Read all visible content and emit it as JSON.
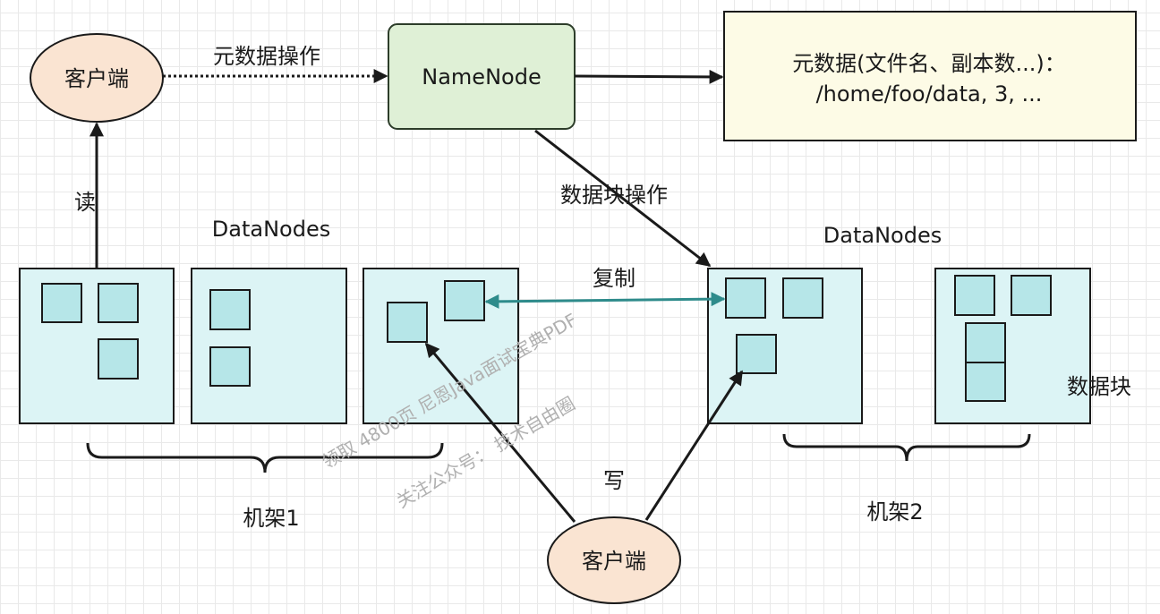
{
  "clients": {
    "top": "客户端",
    "bottom": "客户端"
  },
  "namenode": {
    "label": "NameNode"
  },
  "metadata": {
    "line1": "元数据(文件名、副本数...)：",
    "line2": "/home/foo/data, 3, ..."
  },
  "edges": {
    "metadata_ops": "元数据操作",
    "read": "读",
    "block_ops": "数据块操作",
    "replicate": "复制",
    "write": "写"
  },
  "groups": {
    "datanodes_left": "DataNodes",
    "datanodes_right": "DataNodes",
    "rack1": "机架1",
    "rack2": "机架2",
    "blocks": "数据块"
  },
  "watermark": {
    "line1": "领取 4800页 尼恩Java面试宝典PDF",
    "line2": "关注公众号：  技术自由圈"
  },
  "colors": {
    "client_fill": "#fae4d2",
    "namenode_fill": "#dff0d6",
    "namenode_border": "#2d3d2a",
    "metadata_fill": "#fdfbe6",
    "node_fill": "#dcf4f5",
    "block_fill": "#b6e6e8",
    "replicate_arrow": "#2e8b8b",
    "stroke": "#1a1a1a"
  }
}
